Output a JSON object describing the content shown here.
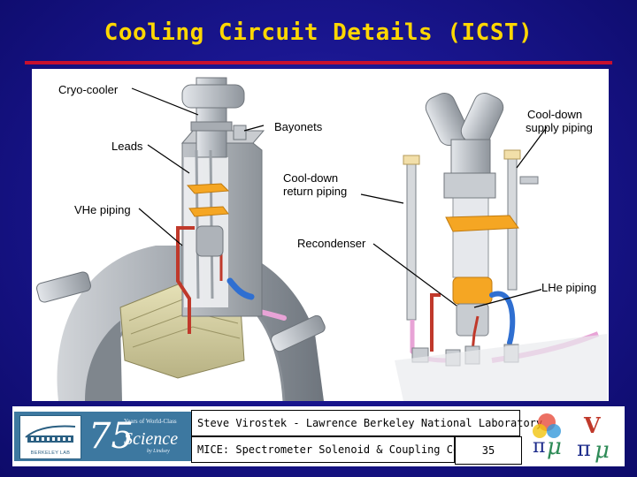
{
  "title": "Cooling Circuit Details (ICST)",
  "labels": {
    "cryo_cooler": "Cryo-cooler",
    "bayonets": "Bayonets",
    "cool_down_supply": [
      "Cool-down",
      "supply piping"
    ],
    "leads": "Leads",
    "cool_down_return": [
      "Cool-down",
      "return piping"
    ],
    "vhe_piping": "VHe piping",
    "recondenser": "Recondenser",
    "lhe_piping": "LHe piping"
  },
  "footer": {
    "credit": "Steve Virostek - Lawrence Berkeley National Laboratory",
    "project": "MICE: Spectrometer Solenoid & Coupling Coil",
    "page": "35",
    "lab_logo_text": "BERKELEY LAB",
    "anniversary": {
      "number": "75",
      "line1": "Years of World-Class",
      "line2": "Science",
      "line3": "by Lindsey"
    }
  },
  "colors": {
    "title": "#ffd700",
    "title_rule": "#c8102e",
    "background": "#1a1690",
    "vhe_pipe": "#c0392b",
    "lhe_pipe": "#2f6fd1",
    "return_pipe": "#e8a3d6",
    "recondenser": "#f5a623"
  }
}
